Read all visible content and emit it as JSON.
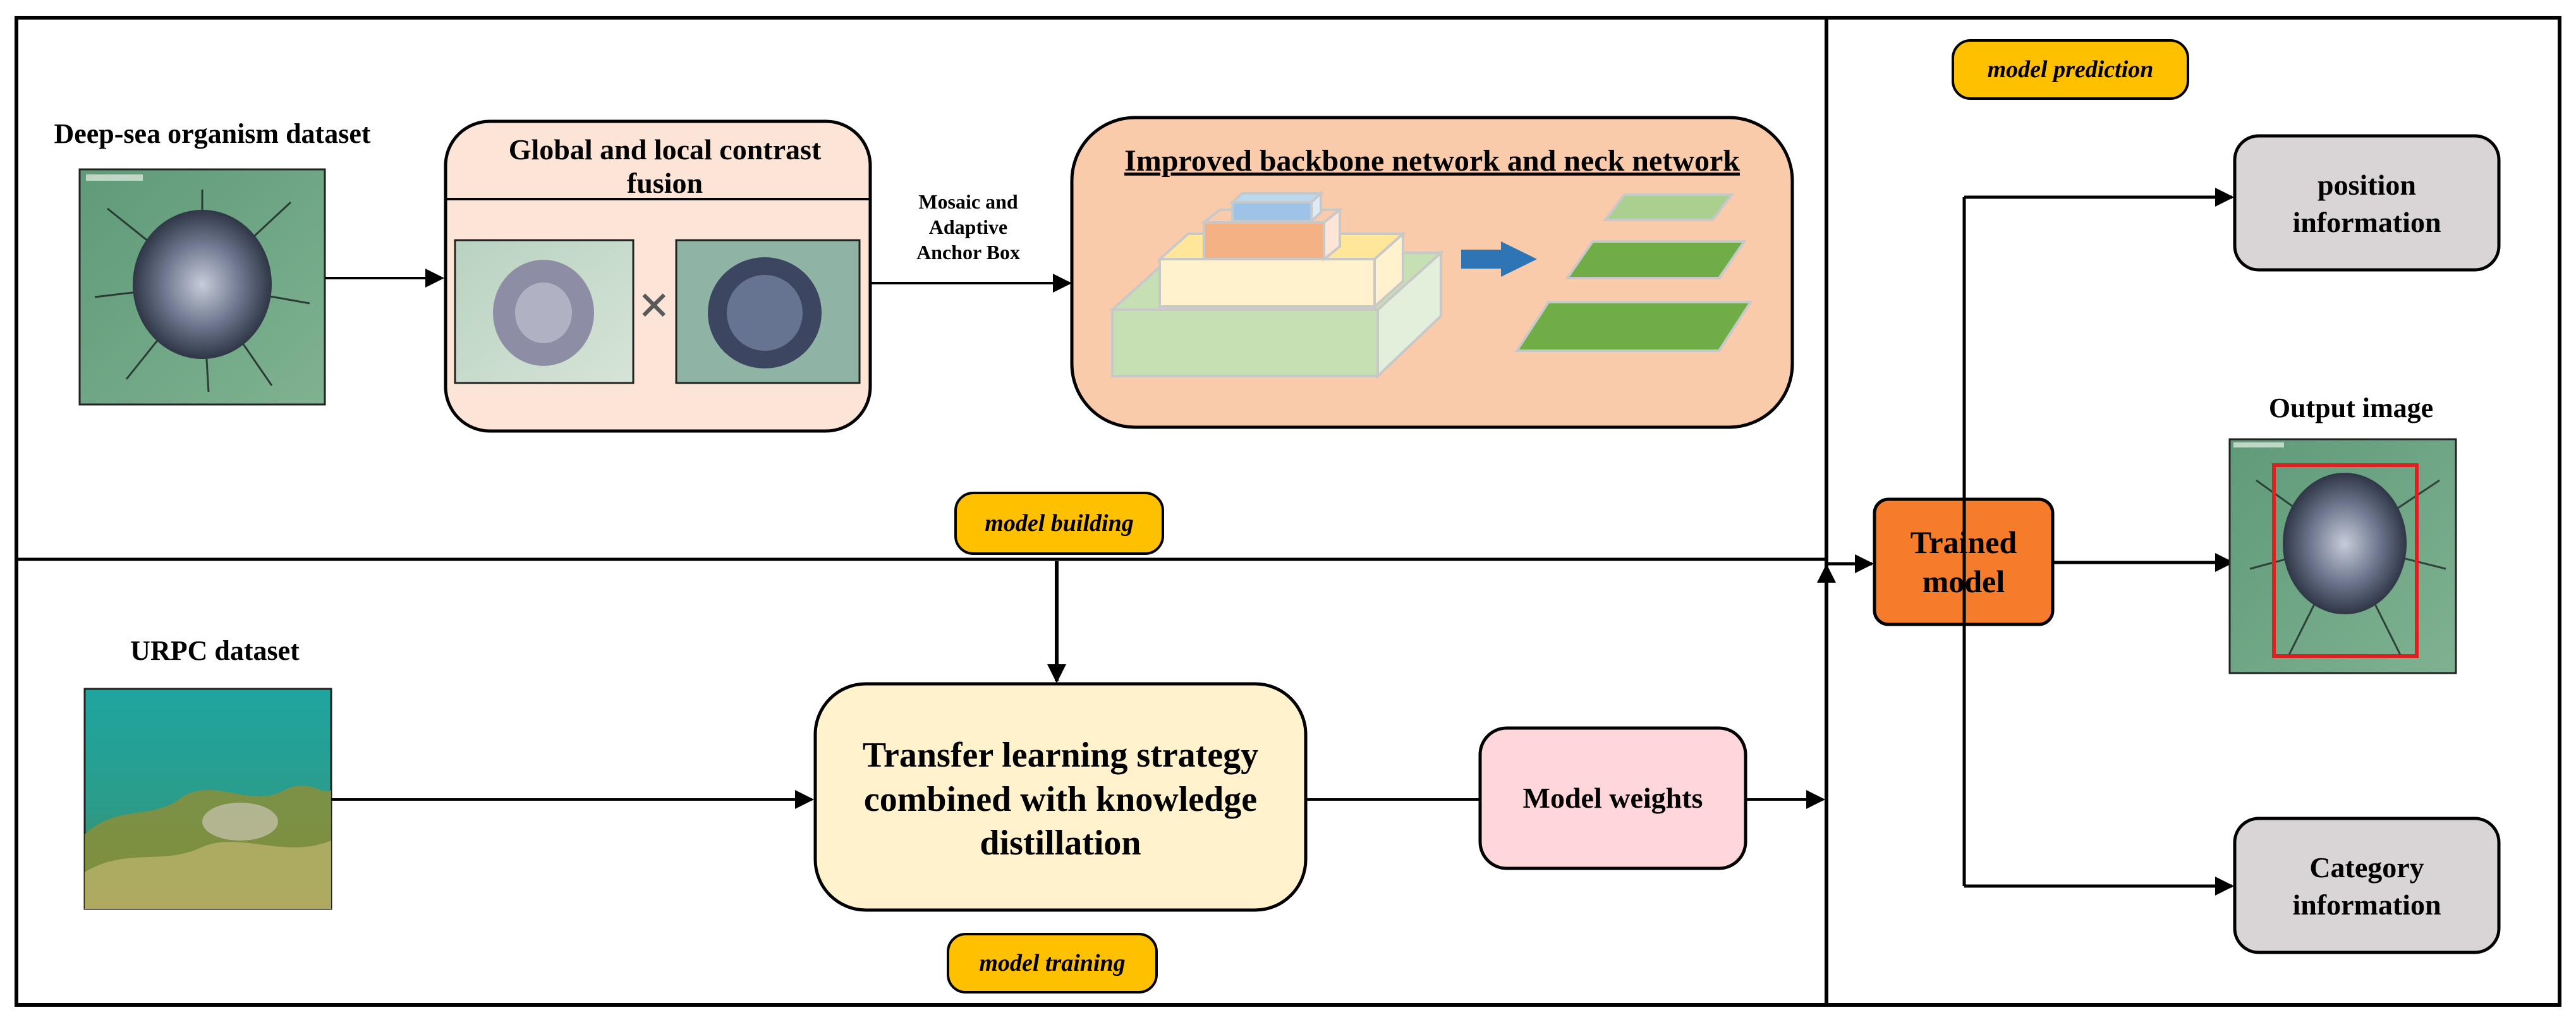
{
  "labels": {
    "deep_sea_dataset": "Deep-sea organism dataset",
    "fusion_title_line1": "Global and local contrast",
    "fusion_title_line2": "fusion",
    "mosaic_line1": "Mosaic and",
    "mosaic_line2": "Adaptive",
    "mosaic_line3": "Anchor Box",
    "backbone_title": "Improved backbone network and neck network",
    "model_building": "model building",
    "model_prediction": "model prediction",
    "model_training": "model training",
    "urpc_dataset": "URPC dataset",
    "transfer_line1": "Transfer learning strategy",
    "transfer_line2": "combined with knowledge",
    "transfer_line3": "distillation",
    "model_weights": "Model weights",
    "trained_line1": "Trained",
    "trained_line2": "model",
    "position_line1": "position",
    "position_line2": "information",
    "output_image": "Output image",
    "category_line1": "Category",
    "category_line2": "information",
    "multiply": "×"
  },
  "colors": {
    "tag_fill": "#FFC000",
    "trained_fill": "#F57C2A",
    "fusion_fill": "#FCE4D6",
    "backbone_fill": "#F9CBAB",
    "transfer_fill": "#FFF2CC",
    "weights_fill": "#FFD7DA",
    "info_fill": "#D9D5D7",
    "blue_arrow": "#2E75B6",
    "detect_box": "#E02020"
  }
}
